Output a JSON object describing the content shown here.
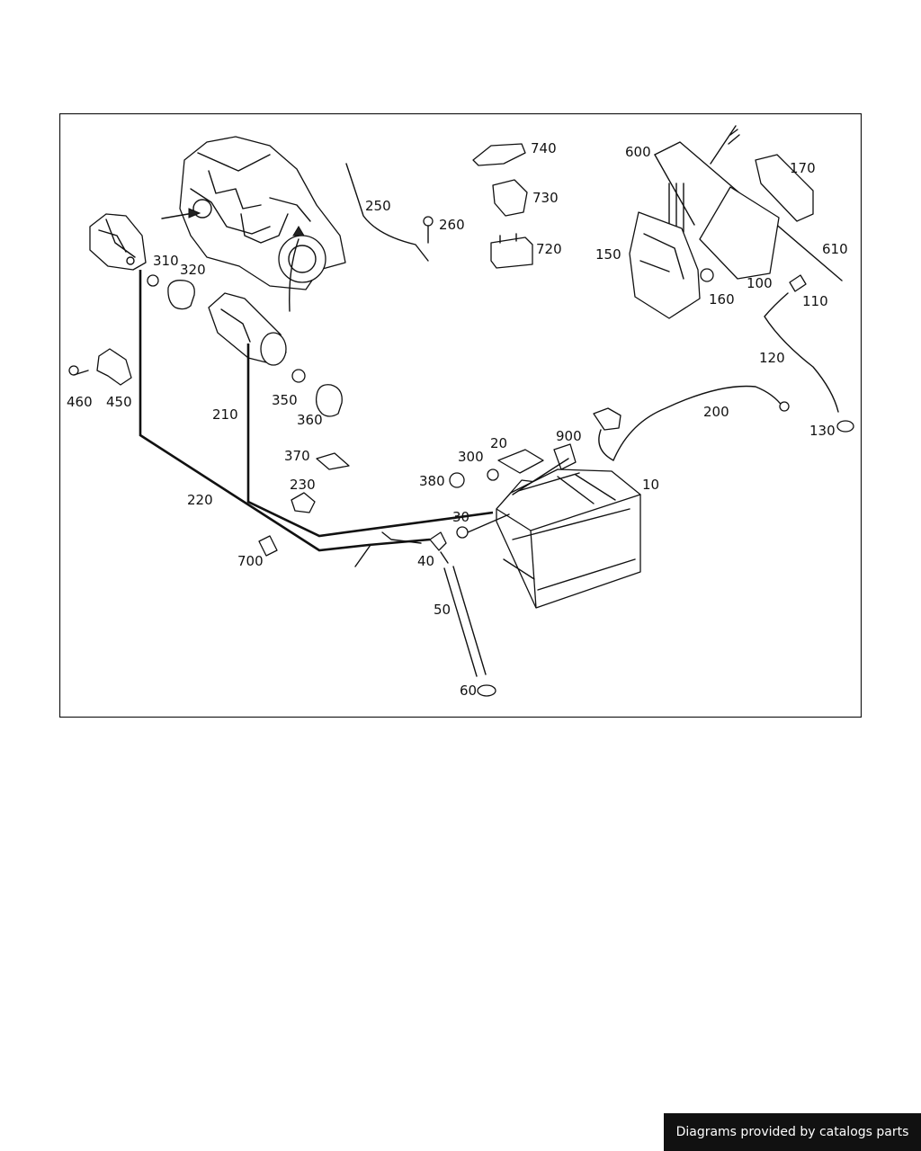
{
  "diagram": {
    "part_labels": [
      "740",
      "600",
      "170",
      "730",
      "250",
      "260",
      "720",
      "610",
      "150",
      "310",
      "320",
      "160",
      "100",
      "110",
      "120",
      "460",
      "450",
      "350",
      "210",
      "360",
      "200",
      "130",
      "900",
      "20",
      "370",
      "300",
      "10",
      "380",
      "230",
      "220",
      "30",
      "40",
      "700",
      "50",
      "60"
    ]
  },
  "footer": {
    "credit_text": "Diagrams provided by catalogs parts"
  }
}
